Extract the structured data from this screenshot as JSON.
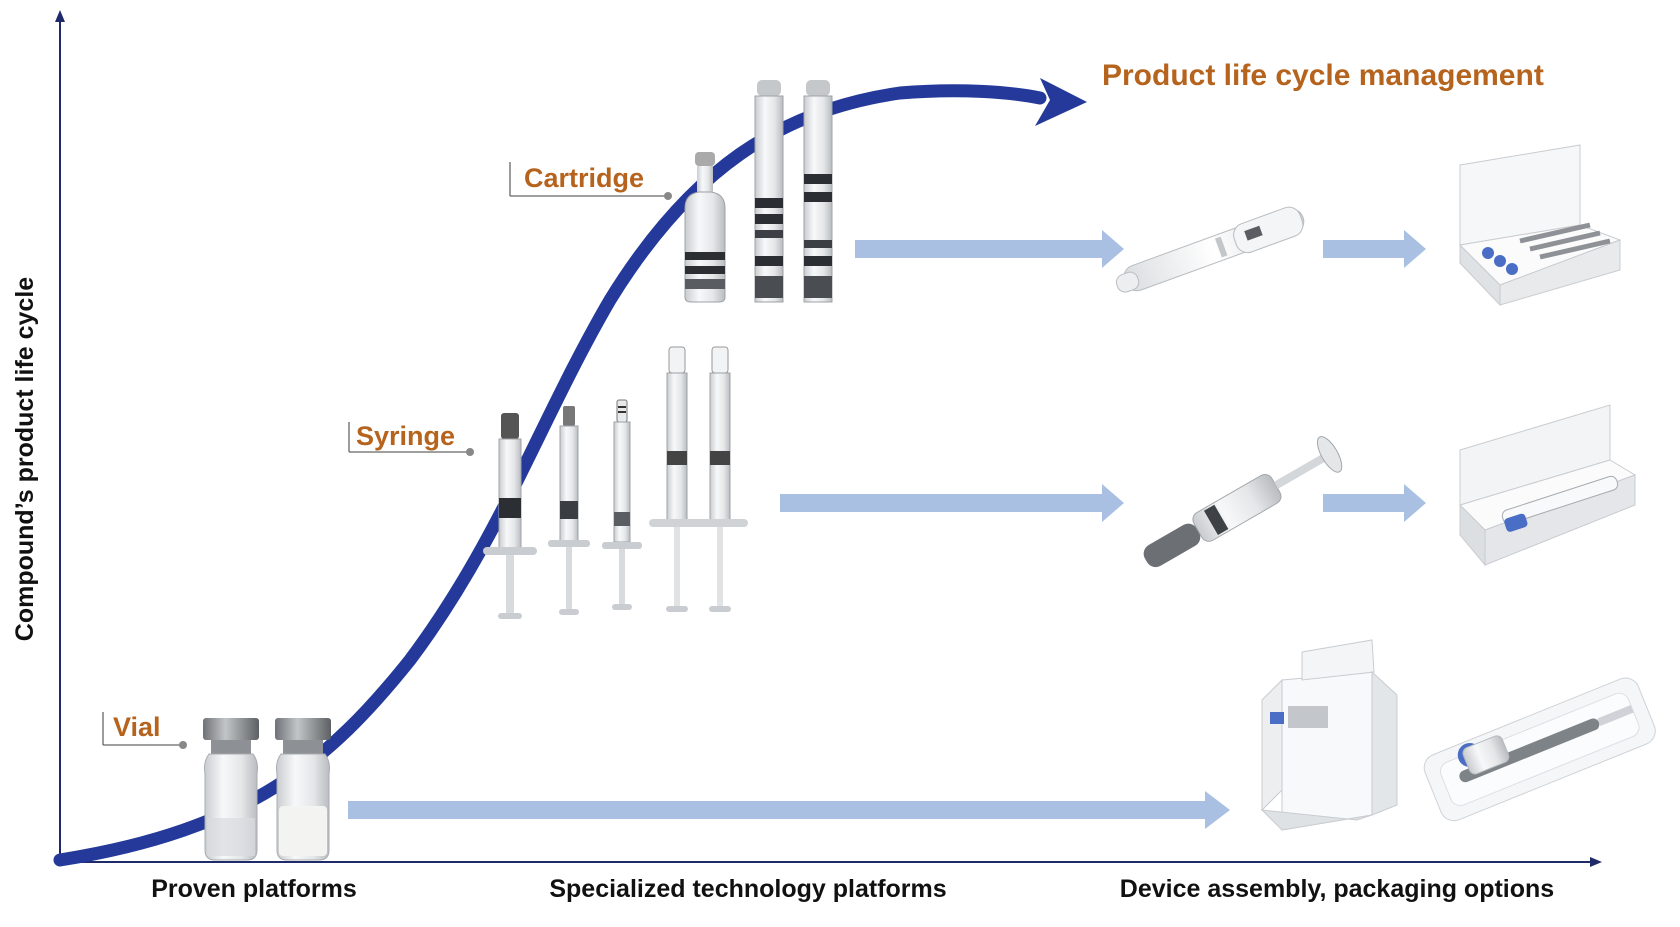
{
  "y_axis_label": "Compound’s product life cycle",
  "x_axis_categories": [
    "Proven platforms",
    "Specialized technology platforms",
    "Device assembly, packaging options"
  ],
  "curve_label": "Product life cycle management",
  "stage_labels": {
    "vial": "Vial",
    "syringe": "Syringe",
    "cartridge": "Cartridge"
  },
  "colors": {
    "curve": "#24399a",
    "axis": "#1f2a6b",
    "label_accent": "#b5631d",
    "arrow_fill": "#a9c0e3",
    "text_dark": "#111111"
  },
  "icons": [
    "vial-icon",
    "syringe-icon",
    "cartridge-icon",
    "pen-injector-icon",
    "autoinjector-icon",
    "folding-box-icon",
    "blister-tray-icon"
  ]
}
